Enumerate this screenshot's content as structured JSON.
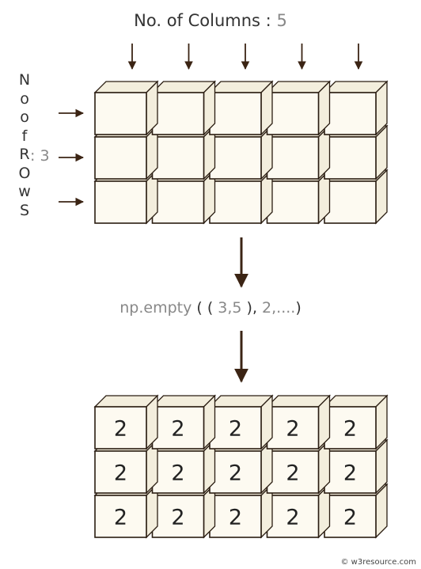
{
  "columns_label": "No. of Columns :",
  "columns_value": "5",
  "rows_label_letters": [
    "N",
    "o",
    "o",
    "f",
    "R",
    "O",
    "w",
    "S"
  ],
  "rows_value": ": 3",
  "expression": {
    "func": "np.empty",
    "open": " ( ( ",
    "shape": "3,5",
    "mid": " ), ",
    "fill": "2,....",
    "close": ")"
  },
  "grid": {
    "rows": 3,
    "cols": 5
  },
  "result_cell_value": "2",
  "credit": "© w3resource.com",
  "colors": {
    "cube_face": "#fdfaf1",
    "cube_side": "#f3eedd",
    "stroke": "#2a1d12",
    "arrow": "#3b2414"
  }
}
